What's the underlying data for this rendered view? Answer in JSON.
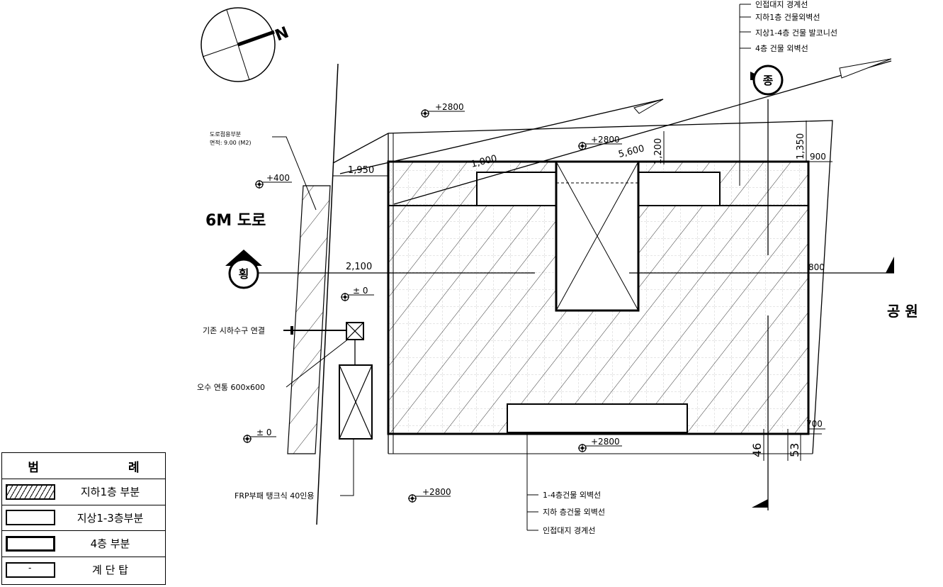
{
  "drawing": {
    "north_label": "N",
    "road_label": "6M 도로",
    "park_label": "공 원",
    "section_mark_left": "횡",
    "section_mark_top": "종",
    "top_callouts": [
      "인접대지 경계선",
      "지하1층 건물외벽선",
      "지상1-4층 건물 발코니선",
      "4층 건물 외벽선"
    ],
    "bottom_callouts": [
      "1-4층건물 외벽선",
      "지하 층건물 외벽선",
      "인접대지 경계선"
    ],
    "road_area_note": [
      "도로점용부분",
      "면적: 9.00 (M2)"
    ],
    "left_notes": {
      "sewer": "기존 시하수구 연결",
      "manhole": "오수 연통 600x600",
      "frp_tank": "FRP부패 탱크식 40인용"
    },
    "elevations": {
      "e_top": "+2800",
      "e_inner_top": "+2800",
      "e_400": "+400",
      "e_zero_1": "± 0",
      "e_zero_2": "± 0",
      "e_bottom": "+2800",
      "e_bottom_2": "+2800"
    },
    "dimensions": {
      "d_1950": "1,950",
      "d_1000": "1,000",
      "d_5600": "5,600",
      "d_1200": "1,200",
      "d_1350": "1,350",
      "d_900": "900",
      "d_2100": "2,100",
      "d_800": "800",
      "d_700": "700",
      "d_46": "46",
      "d_53": "53"
    }
  },
  "legend": {
    "title": "범 례",
    "items": [
      {
        "label": "지하1층 부분"
      },
      {
        "label": "지상1-3층부분"
      },
      {
        "label": "4층 부분"
      },
      {
        "label": "계 단 탑"
      }
    ]
  }
}
